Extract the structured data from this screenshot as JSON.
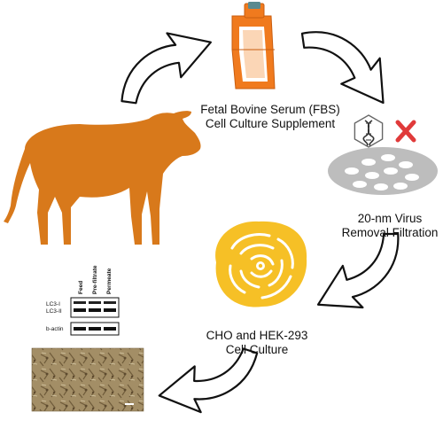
{
  "labels": {
    "fbs": {
      "line1": "Fetal Bovine Serum (FBS)",
      "line2": "Cell Culture Supplement"
    },
    "virus_filtration": {
      "line1": "20-nm Virus",
      "line2": "Removal Filtration"
    },
    "cell_culture": {
      "line1": "CHO and HEK-293",
      "line2": "Cell Culture"
    }
  },
  "western_blot": {
    "columns": [
      "Feed",
      "Pre-filtrate",
      "Permeate"
    ],
    "rows": [
      "LC3-I",
      "LC3-II",
      "b-actin"
    ]
  },
  "colors": {
    "cow": "#D8791B",
    "flask_orange": "#F07A1E",
    "flask_cap": "#5A8A8F",
    "cell_yellow": "#F6C026",
    "filter_gray": "#BDBDBD",
    "red_x": "#E03A3A",
    "micrograph": "#A08B63",
    "arrow_outline": "#111111"
  },
  "icons": [
    "cow-icon",
    "flask-icon",
    "dna-virus-icon",
    "cross-icon",
    "filter-membrane-icon",
    "cell-icon",
    "western-blot-icon",
    "micrograph-image",
    "cycle-arrow-icon"
  ]
}
